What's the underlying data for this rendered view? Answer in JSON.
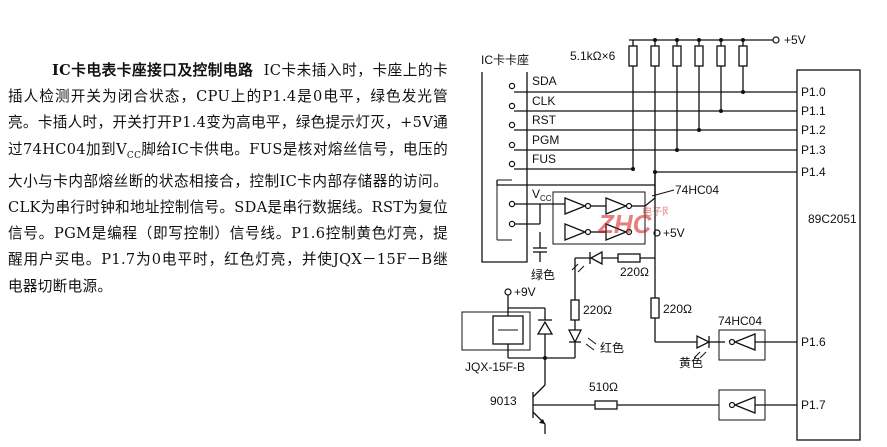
{
  "article": {
    "title": "IC卡电表卡座接口及控制电路",
    "body": "IC卡未插入时，卡座上的卡插人检测开关为闭合状态，CPU上的P1.4是0电平，绿色发光管亮。卡插人时，开关打开P1.4变为高电平，绿色提示灯灭，+5V通过74HC04加到V",
    "vcc_sub": "CC",
    "body2": "脚给IC卡供电。FUS是核对熔丝信号，电压的大小与卡内部熔丝断的状态相接合，控制IC卡内部存储器的访问。CLK为串行时钟和地址控制信号。SDA是串行数据线。RST为复位信号。PGM是编程（即写控制）信号线。P1.6控制黄色灯亮，提醒用户买电。P1.7为0电平时，红色灯亮，并使JQX－15F－B继电器切断电源。"
  },
  "circuit": {
    "socket_label": "IC卡卡座",
    "socket_pins": [
      "SDA",
      "CLK",
      "RST",
      "PGM",
      "FUS"
    ],
    "vcc_label": "V",
    "vcc_sub": "CC",
    "resistor_array": "5.1kΩ×6",
    "supply_top": "+5V",
    "supply_mid": "+5V",
    "supply_relay": "+9V",
    "inverter_top": "74HC04",
    "inverter_bottom": "74HC04",
    "mcu": "89C2051",
    "mcu_pins": [
      "P1.0",
      "P1.1",
      "P1.2",
      "P1.3",
      "P1.4",
      "P1.6",
      "P1.7"
    ],
    "r_green": "220Ω",
    "r_red": "220Ω",
    "r_yellow": "220Ω",
    "r_base": "510Ω",
    "led_green": "绿色",
    "led_red": "红色",
    "led_yellow": "黄色",
    "relay": "JQX-15F-B",
    "transistor": "9013",
    "watermark_logo": "ZHC",
    "watermark_cn": "电子网"
  }
}
